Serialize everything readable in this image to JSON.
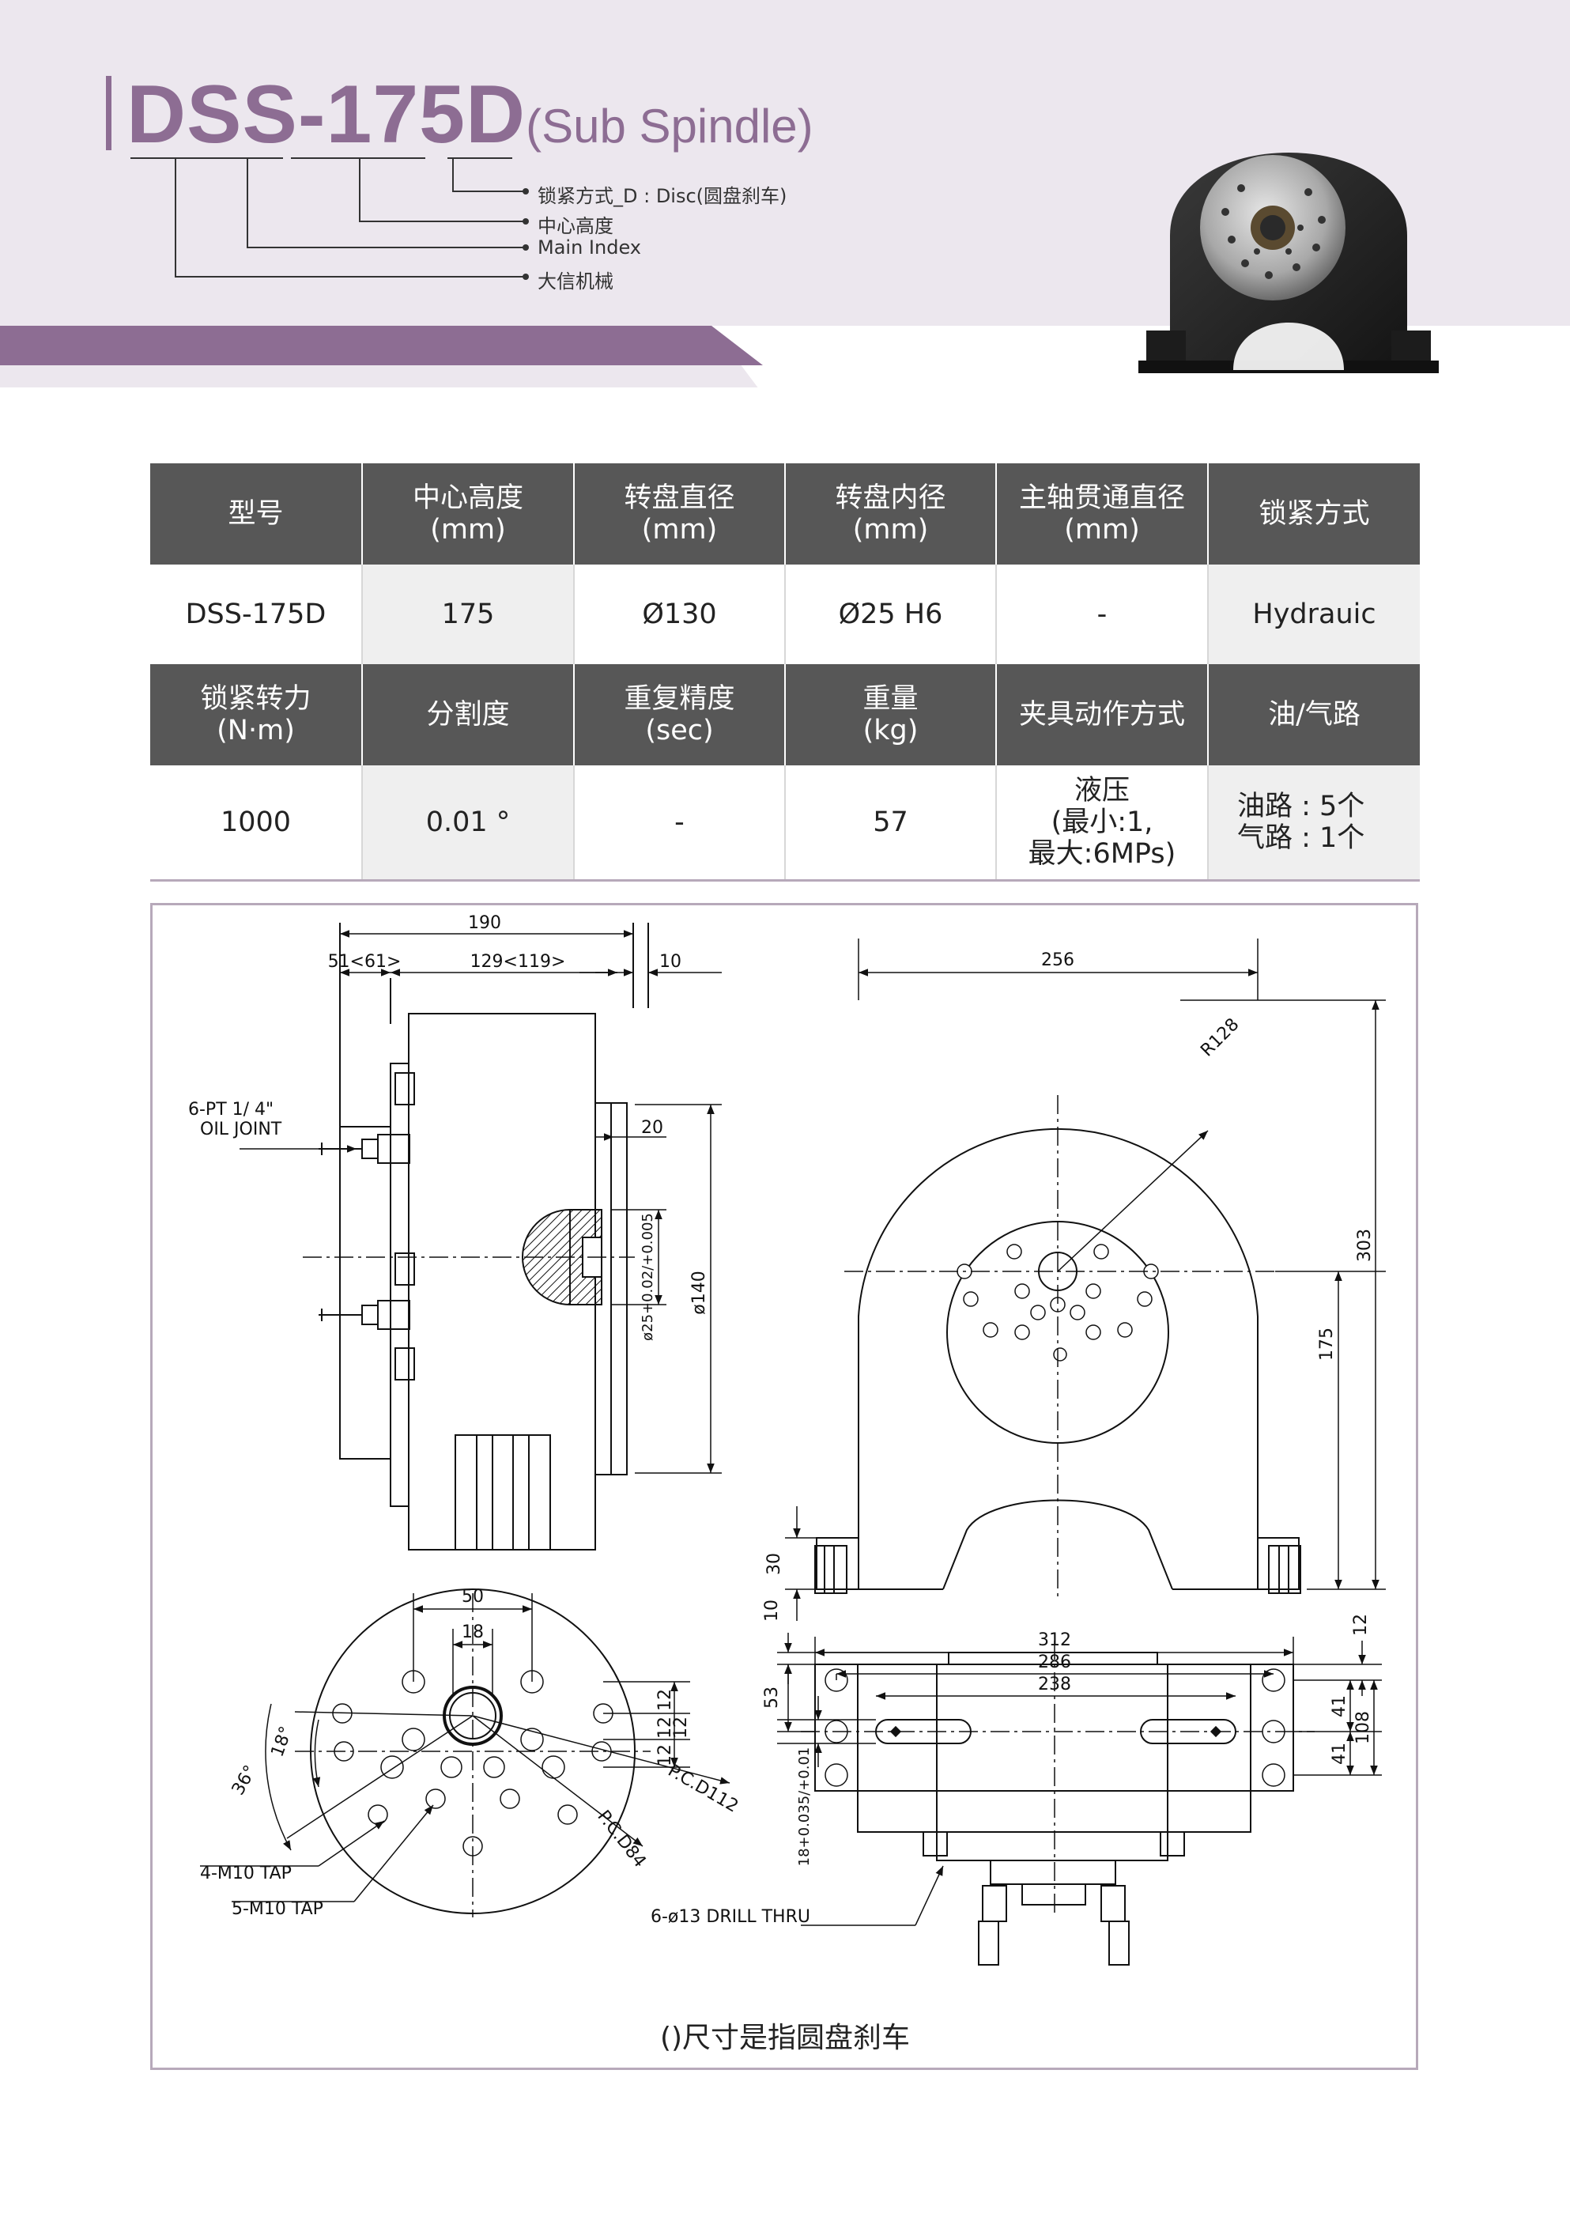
{
  "header": {
    "model": "DSS-175D",
    "model_sub": "(Sub Spindle)",
    "legend": [
      "锁紧方式_D : Disc(圆盘刹车)",
      "中心高度",
      "Main Index",
      "大信机械"
    ],
    "accent_color": "#8d6d93"
  },
  "table": {
    "row1_headers": [
      "型号",
      "中心高度\n(mm)",
      "转盘直径\n(mm)",
      "转盘内径\n(mm)",
      "主轴贯通直径\n(mm)",
      "锁紧方式"
    ],
    "row1_values": [
      "DSS-175D",
      "175",
      "Ø130",
      "Ø25 H6",
      "-",
      "Hydrauic"
    ],
    "row2_headers": [
      "锁紧转力\n(N·m)",
      "分割度",
      "重复精度\n(sec)",
      "重量\n(kg)",
      "夹具动作方式",
      "油/气路"
    ],
    "row2_values": [
      "1000",
      "0.01 °",
      "-",
      "57",
      "液压\n(最小:1,\n最大:6MPs)",
      "油路 : 5个\n气路 : 1个"
    ]
  },
  "drawing": {
    "side_view": {
      "dim_overall": "190",
      "dim_left": "51<61>",
      "dim_mid": "129<119>",
      "dim_right": "10",
      "dim_20": "20",
      "dim_140": "ø140",
      "dim_25": "ø25+0.02/+0.005",
      "oil_joint_line1": "6-PT 1/ 4\"",
      "oil_joint_line2": "OIL JOINT"
    },
    "front_view": {
      "dim_width": "256",
      "dim_radius": "R128",
      "dim_height": "303",
      "dim_center": "175",
      "dim_base": "30"
    },
    "face_view": {
      "dim_50": "50",
      "dim_18": "18",
      "dim_12a": "12",
      "dim_12b": "12",
      "dim_12c": "12",
      "dim_12d": "12",
      "angle_18": "18°",
      "angle_36": "36°",
      "pcd_112": "P.C.D112",
      "pcd_84": "P.C.D84",
      "tap_4": "4-M10 TAP",
      "tap_5": "5-M10 TAP"
    },
    "top_view": {
      "dim_312": "312",
      "dim_286": "286",
      "dim_238": "238",
      "dim_10": "10",
      "dim_53": "53",
      "dim_18": "18+0.035/+0.01",
      "dim_12": "12",
      "dim_41a": "41",
      "dim_41b": "41",
      "dim_108": "108",
      "drill": "6-ø13 DRILL THRU"
    }
  },
  "note": "()尺寸是指圆盘刹车"
}
